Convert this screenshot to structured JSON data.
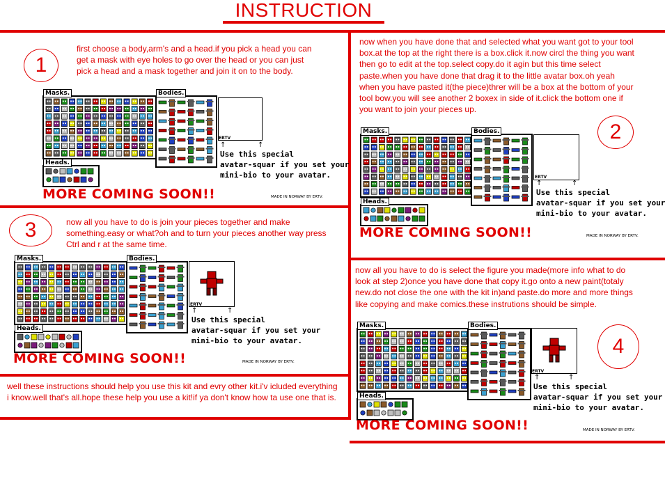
{
  "title": "INSTRUCTION",
  "steps": [
    {
      "number": "1",
      "text": "first choose a body,arm's and a head.if you pick a head you can get a mask with eye holes to go over the head or you can just pick a head and a mask together and join it on to the body."
    },
    {
      "number": "2",
      "text": "now when you have done that and selected what you want got to your tool box.at the top at the right there is a box.click it.now circl the thing you want then go to edit at the top.select copy.do it agin but this time select paste.when you have done that drag it to the little avatar box.oh yeah when you have pasted it(the piece)threr will be a box at the bottom of your tool bow.you will see another 2 boxex in side of it.click the bottom one if you want to join your pieces up."
    },
    {
      "number": "3",
      "text": "now all you have to do is join your pieces together and make something.easy or what?oh and to turn your pieces another way press Ctrl and r at the same time."
    },
    {
      "number": "4",
      "text": "now all you have to do is select the figure you made(more info what to do look at step 2)once you have done that copy it.go onto a new paint(totaly new.do not close the one with the kit in)and paste.do more and more things like copying and make comics.these instrutions should be simple."
    }
  ],
  "closing_text": "well these instructions should help you use this kit and evry other kit.i'v icluded everything i know.well that's all.hope these help you use a kit!if ya don't know how ta use one that is.",
  "kit": {
    "masks_label": "Masks.",
    "bodies_label": "Bodies.",
    "heads_label": "Heads.",
    "square_tag": "ERTV",
    "note_line1": "Use this special",
    "note_line2": "avatar-squar if you set your",
    "note_line3": "mini-bio to your avatar.",
    "more": "MORE COMING SOON!!",
    "made": "MADE IN NORWAY BY ERTV."
  },
  "colors": {
    "accent": "#e00000",
    "black": "#000000"
  }
}
